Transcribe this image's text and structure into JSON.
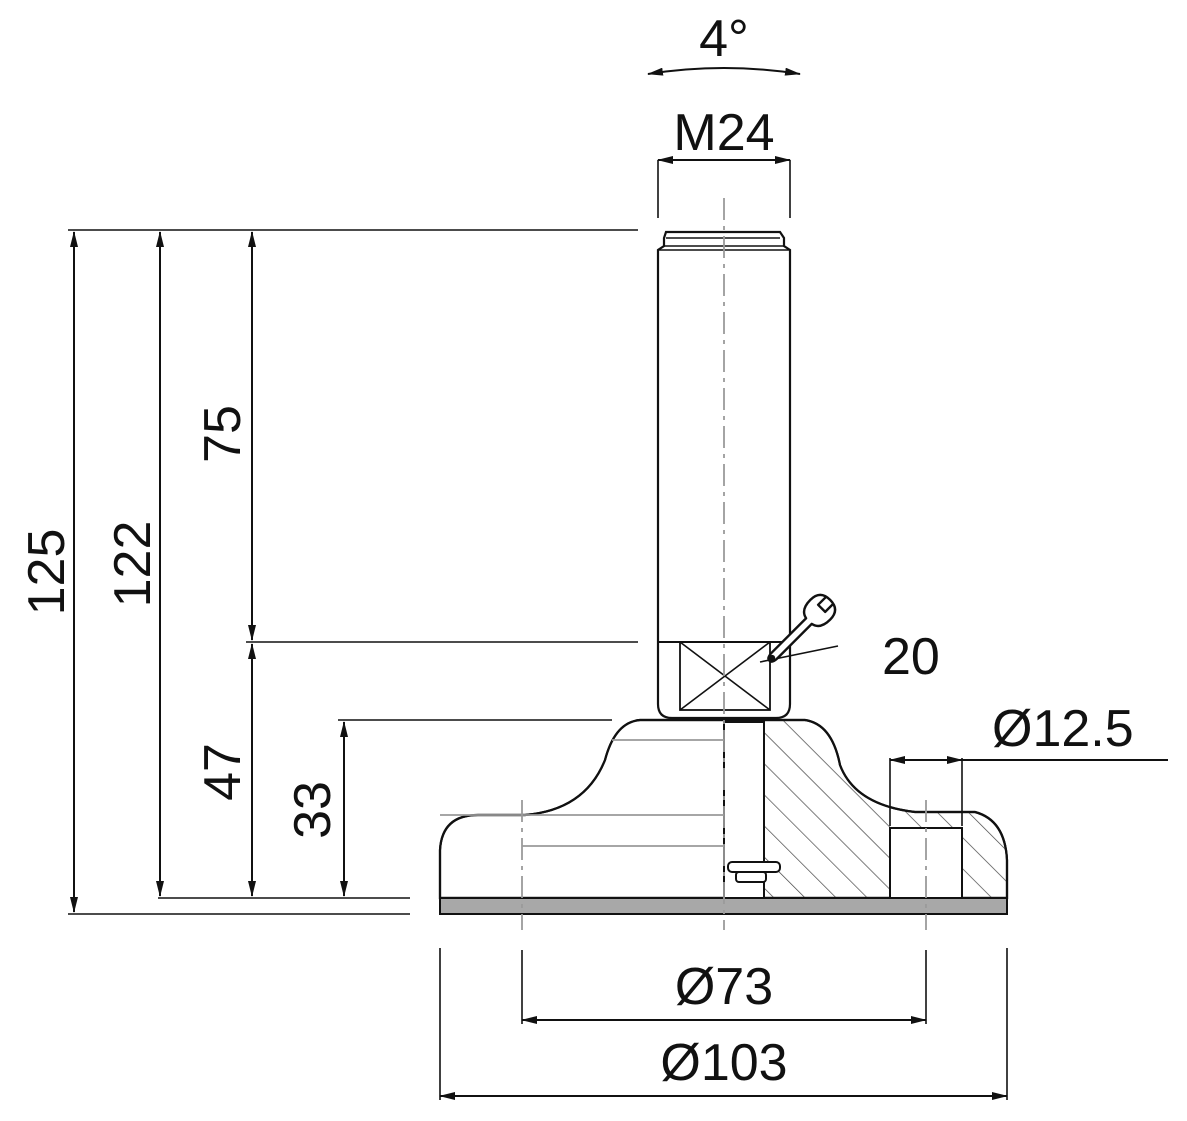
{
  "drawing": {
    "dimensions": {
      "angle": "4°",
      "thread": "M24",
      "total_height": "125",
      "height_122": "122",
      "thread_length": "75",
      "height_47": "47",
      "height_33": "33",
      "wrench_size": "20",
      "hole_diameter": "Ø12.5",
      "hole_circle": "Ø73",
      "base_diameter": "Ø103"
    },
    "icons": {
      "wrench": "wrench-icon"
    },
    "colors": {
      "line": "#111111",
      "hidden_lines": "#9a9a9a",
      "base_pad": "#a8a8a8"
    }
  }
}
